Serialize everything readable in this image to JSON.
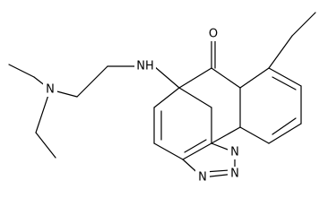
{
  "structure": {
    "atoms": {
      "N_amine": "N",
      "NH": "NH",
      "O": "O",
      "N1": "N",
      "N2": "N",
      "N3": "N"
    }
  },
  "colors": {
    "bond": "#000000",
    "background": "#ffffff"
  }
}
